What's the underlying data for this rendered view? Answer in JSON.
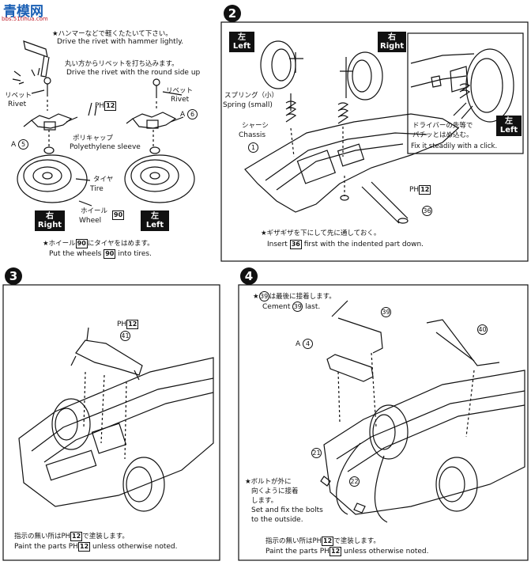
{
  "logo": {
    "title": "青模网",
    "url": "bbs.51tihua.com"
  },
  "step1": {
    "hammer_jp": "★ハンマーなどで軽くたたいて下さい。",
    "hammer_en": "Drive the rivet with hammer lightly.",
    "round_jp": "丸い方からリベットを打ち込みます。",
    "round_en": "Drive the rivet with the round side up",
    "rivet_jp_l": "リベット",
    "rivet_en_l": "Rivet",
    "rivet_jp_r": "リベット",
    "rivet_en_r": "Rivet",
    "ph": "PH",
    "ph_num": "12",
    "a_label_r": "A",
    "a_num_r": "6",
    "a_label_l": "A",
    "a_num_l": "5",
    "poly_jp": "ポリキャップ",
    "poly_en": "Polyethylene sleeve",
    "tire_jp": "タイヤ",
    "tire_en": "Tire",
    "wheel_jp": "ホイール",
    "wheel_en": "Wheel",
    "wheel_num": "90",
    "right_jp": "右",
    "right_en": "Right",
    "left_jp": "左",
    "left_en": "Left",
    "note_jp_a": "★ホイール",
    "note_jp_b": "にタイヤをはめます。",
    "note_num": "90",
    "note_en_a": "Put the wheels",
    "note_en_b": "into tires."
  },
  "step2": {
    "num": "2",
    "left_jp": "左",
    "left_en": "Left",
    "right_jp": "右",
    "right_en": "Right",
    "spring_jp": "スプリング（小）",
    "spring_en": "Spring (small)",
    "chassis_jp": "シャーシ",
    "chassis_en": "Chassis",
    "chassis_num": "1",
    "ph": "PH",
    "ph_num": "12",
    "part_num": "36",
    "note_jp": "★ギザギザを下にして先に通しておく。",
    "note_en_a": "Insert",
    "note_en_b": "first with the indented part down.",
    "inset_jp1": "ドライバーの先等で",
    "inset_jp2": "パチッとはめ込む。",
    "inset_en": "Fix it steadily with a click.",
    "inset_left_jp": "左",
    "inset_left_en": "Left"
  },
  "step3": {
    "num": "3",
    "ph": "PH",
    "ph_num": "12",
    "part_num": "41",
    "note_jp_a": "指示の無い所は",
    "note_jp_b": "で塗装します。",
    "note_en_a": "Paint the parts",
    "note_en_b": "unless otherwise noted."
  },
  "step4": {
    "num": "4",
    "cement_jp_a": "★",
    "cement_jp_b": "は最後に接着します。",
    "cement_num": "39",
    "cement_en_a": "Cement",
    "cement_en_b": "last.",
    "a_label": "A",
    "a_num": "4",
    "p39": "39",
    "p40": "40",
    "p21": "21",
    "p22": "22",
    "bolt_jp1": "★ボルトが外に",
    "bolt_jp2": "向くように接着",
    "bolt_jp3": "します。",
    "bolt_en1": "Set and fix the bolts",
    "bolt_en2": "to the outside.",
    "ph": "PH",
    "ph_num": "12",
    "note_jp_a": "指示の無い所は",
    "note_jp_b": "で塗装します。",
    "note_en_a": "Paint the parts",
    "note_en_b": "unless otherwise noted."
  }
}
